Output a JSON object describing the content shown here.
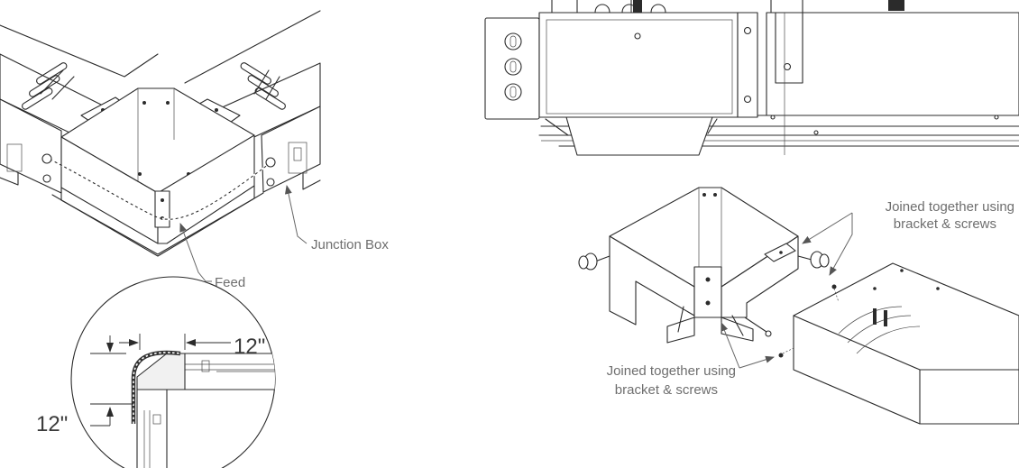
{
  "labels": {
    "junction_box": "Junction Box",
    "feed": "Feed",
    "dim_top": "12\"",
    "dim_left": "12\"",
    "joined_right_line1": "Joined together using",
    "joined_right_line2": "bracket & screws",
    "joined_bottom_line1": "Joined together using",
    "joined_bottom_line2": "bracket & screws"
  }
}
